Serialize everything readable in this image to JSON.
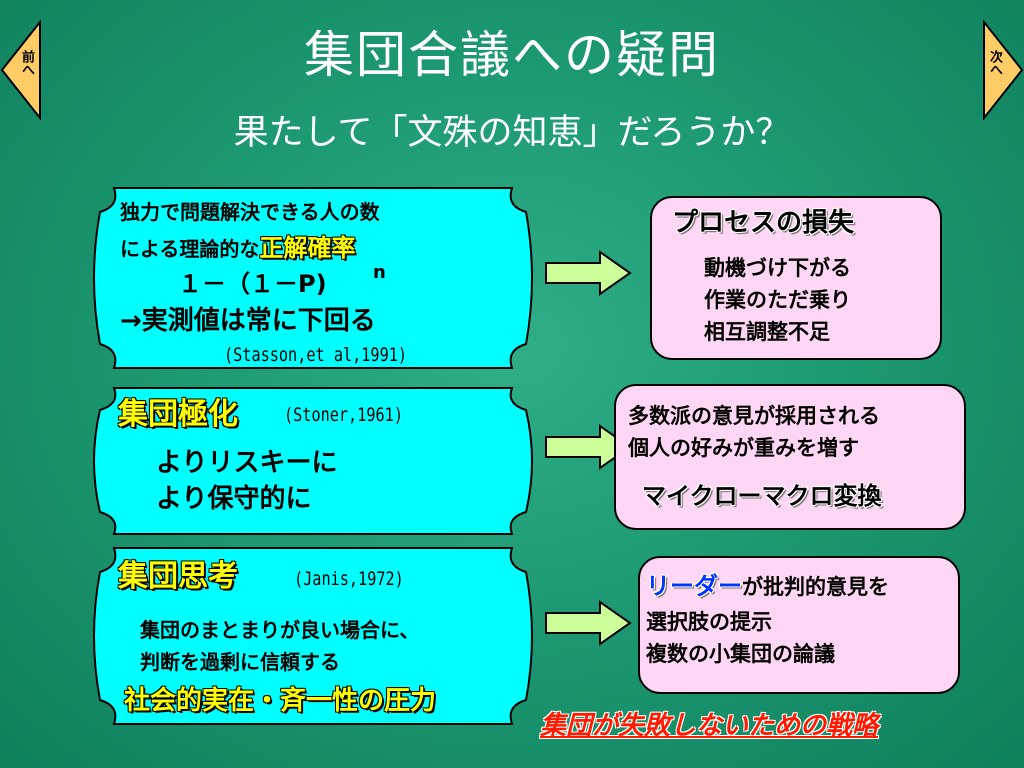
{
  "title": "集団合議への疑問",
  "subtitle": "果たして「文殊の知恵」だろうか？",
  "nav": {
    "prev": "前へ",
    "next": "次へ"
  },
  "panel1": {
    "line1": "独力で問題解決できる人の数",
    "line2a": "による理論的な",
    "line2b": "正解確率",
    "formula": "１－（１－P)",
    "exponent": "n",
    "line4": "→実測値は常に下回る",
    "cite": "(Stasson,et al,1991)"
  },
  "panel2": {
    "heading": "集団極化",
    "cite": "(Stoner,1961)",
    "line1": "よりリスキーに",
    "line2": "より保守的に"
  },
  "panel3": {
    "heading": "集団思考",
    "cite": "(Janis,1972)",
    "line1": "集団のまとまりが良い場合に、",
    "line2": "判断を過剰に信頼する",
    "line3": "社会的実在・斉一性の圧力"
  },
  "box1": {
    "heading": "プロセスの損失",
    "line1": "動機づけ下がる",
    "line2": "作業のただ乗り",
    "line3": "相互調整不足"
  },
  "box2": {
    "line1": "多数派の意見が採用される",
    "line2": "個人の好みが重みを増す",
    "line3": "マイクローマクロ変換"
  },
  "box3": {
    "line1a": "リーダー",
    "line1b": "が批判的意見を",
    "line2": "選択肢の提示",
    "line3": "複数の小集団の論議"
  },
  "strategy": "集団が失敗しないための戦略",
  "colors": {
    "background": "#1d9a73",
    "panel": "#00ffff",
    "box": "#ffd6f4",
    "arrow": "#ccff99",
    "highlight": "#ffff00",
    "accent_blue": "#0033ff",
    "accent_red": "#ff1a00"
  }
}
